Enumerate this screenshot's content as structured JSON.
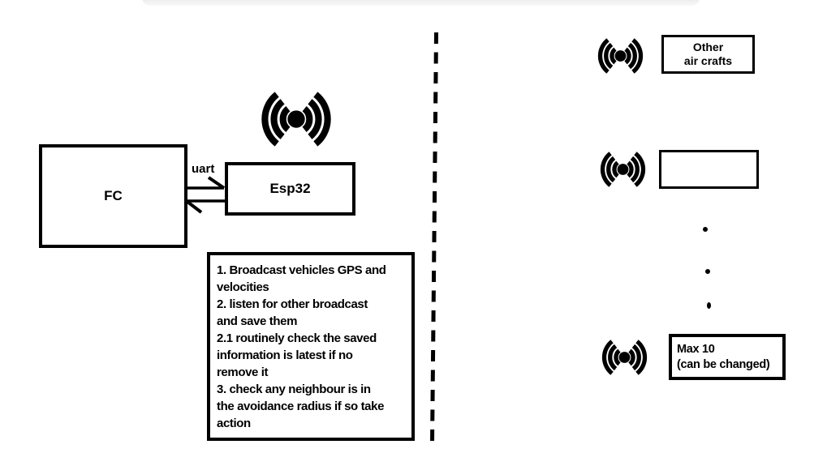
{
  "colors": {
    "ink": "#000000",
    "background": "#ffffff",
    "top_bar": "#ededed"
  },
  "vehicle_side": {
    "fc_label": "FC",
    "esp32_label": "Esp32",
    "uart_label": "uart",
    "notes_lines": [
      "1. Broadcast vehicles GPS and",
      "velocities",
      "2. listen for other broadcast",
      "and save them",
      "2.1 routinely check the saved",
      "information is latest if no",
      "remove it",
      "3. check any neighbour is in",
      "the avoidance radius if so take",
      "action"
    ]
  },
  "aircraft_column": {
    "row1_line1": "Other",
    "row1_line2": "air crafts",
    "row2_label": "",
    "row3_line1": "Max 10",
    "row3_line2": "(can be changed)"
  }
}
